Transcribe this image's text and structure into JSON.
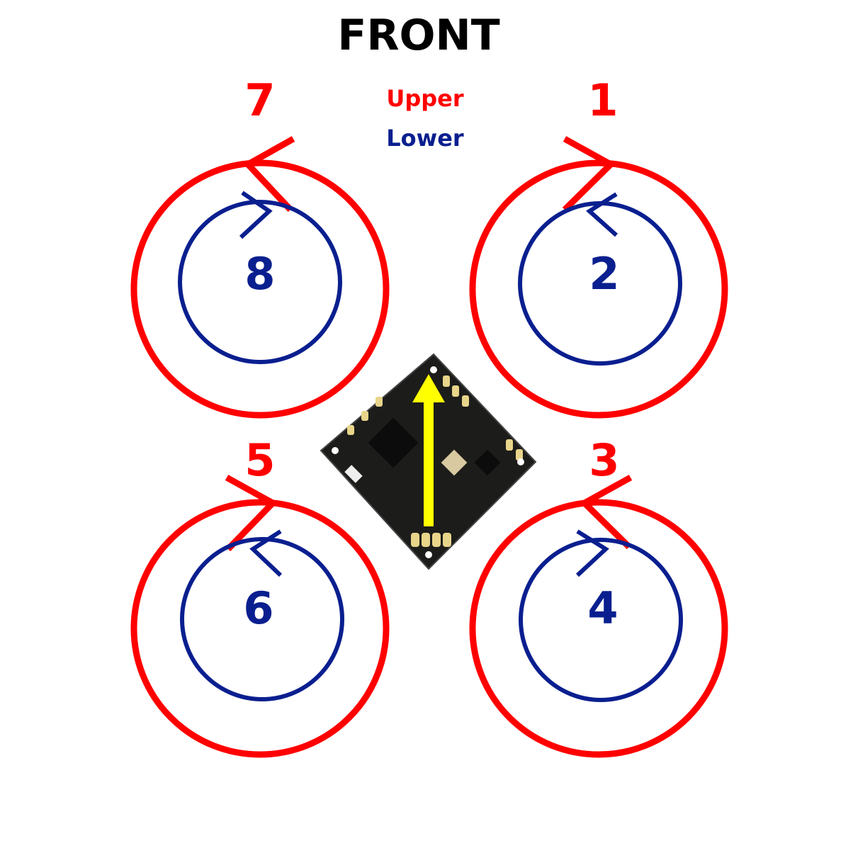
{
  "title": "FRONT",
  "legend": {
    "upper": "Upper",
    "lower": "Lower"
  },
  "colors": {
    "upper": "#ff0000",
    "lower": "#0a1f8f",
    "arrow": "#ffff00",
    "board": "#1a1a1a"
  },
  "motors": [
    {
      "upper": "7",
      "lower": "8",
      "upper_dir": "ccw",
      "lower_dir": "cw"
    },
    {
      "upper": "1",
      "lower": "2",
      "upper_dir": "cw",
      "lower_dir": "ccw"
    },
    {
      "upper": "5",
      "lower": "6",
      "upper_dir": "cw",
      "lower_dir": "ccw"
    },
    {
      "upper": "3",
      "lower": "4",
      "upper_dir": "ccw",
      "lower_dir": "cw"
    }
  ]
}
